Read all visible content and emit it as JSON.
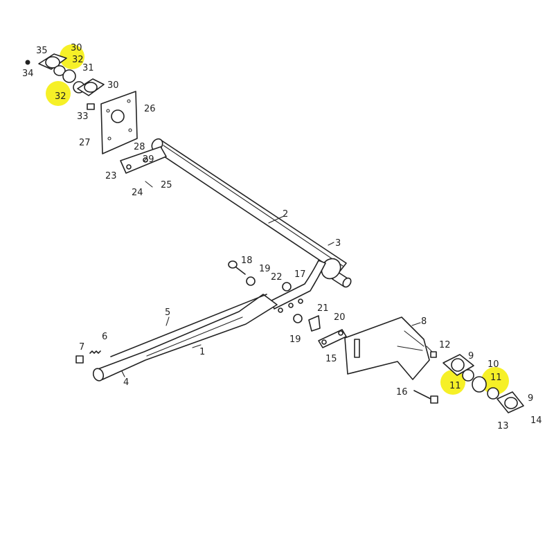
{
  "diagram": {
    "highlight_color": "#f5ef1b",
    "line_color": "#222222",
    "callouts": {
      "c1": "1",
      "c2": "2",
      "c3": "3",
      "c4": "4",
      "c5": "5",
      "c6": "6",
      "c7": "7",
      "c8": "8",
      "c9a": "9",
      "c9b": "9",
      "c10": "10",
      "c11a": "11",
      "c11b": "11",
      "c12": "12",
      "c13": "13",
      "c14": "14",
      "c15": "15",
      "c16": "16",
      "c17": "17",
      "c18": "18",
      "c19a": "19",
      "c19b": "19",
      "c20": "20",
      "c21": "21",
      "c22": "22",
      "c23": "23",
      "c24": "24",
      "c25": "25",
      "c26": "26",
      "c27": "27",
      "c28": "28",
      "c29": "29",
      "c30a": "30",
      "c30b": "30",
      "c31": "31",
      "c32a": "32",
      "c32b": "32",
      "c33": "33",
      "c34": "34",
      "c35": "35"
    }
  }
}
